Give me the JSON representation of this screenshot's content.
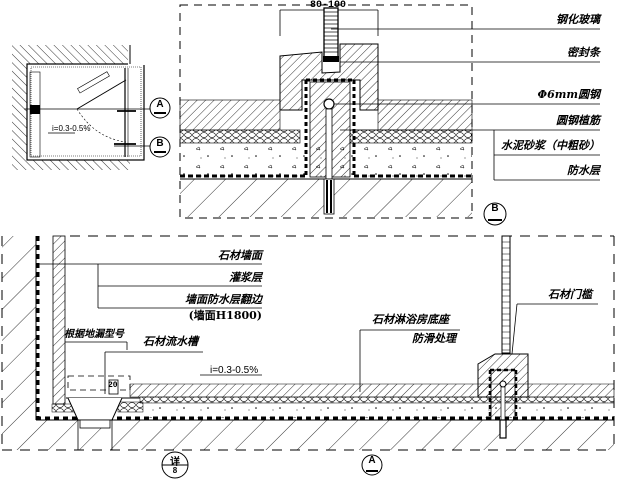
{
  "drawing": {
    "top_detail": {
      "dimension": "80-100",
      "labels": [
        "钢化玻璃",
        "密封条",
        "Φ6mm圆钢",
        "圆钢植筋",
        "水泥砂浆（中粗砂）",
        "防水层"
      ],
      "section_marker": "B"
    },
    "plan_view": {
      "slope": "i=0.3-0.5%",
      "section_markers": [
        "A",
        "B"
      ]
    },
    "bottom_section": {
      "left_labels": [
        "石材墙面",
        "灌浆层",
        "墙面防水层翻边",
        "(墙面H1800)"
      ],
      "drain_note": "根据地漏型号",
      "channel_label": "石材流水槽",
      "dim_20": "20",
      "slope": "i=0.3-0.5%",
      "base_labels": [
        "石材淋浴房底座",
        "防滑处理"
      ],
      "threshold_label": "石材门槛",
      "detail_marker_top": "详",
      "detail_marker_bottom": "8",
      "section_marker": "A"
    },
    "colors": {
      "line": "#000000",
      "background": "#ffffff"
    }
  }
}
